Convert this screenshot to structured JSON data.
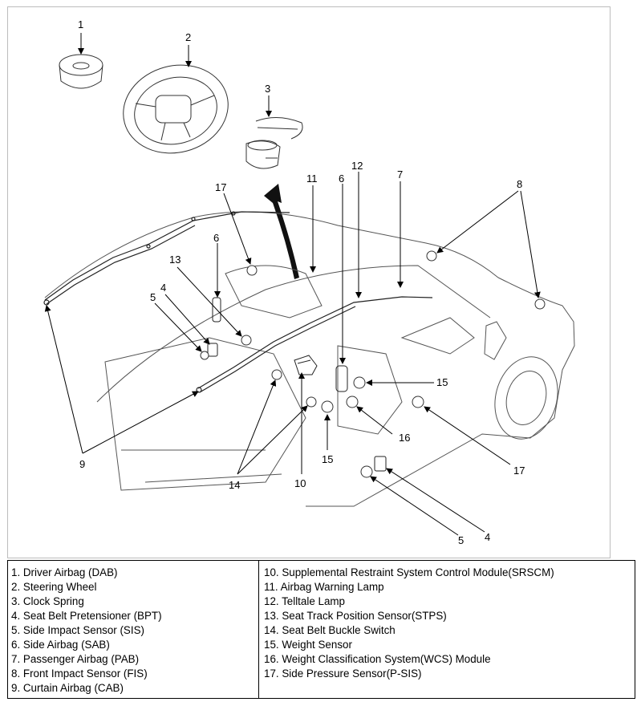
{
  "callouts": {
    "c1": "1",
    "c2": "2",
    "c3": "3",
    "c4a": "4",
    "c4b": "4",
    "c5a": "5",
    "c5b": "5",
    "c6a": "6",
    "c6b": "6",
    "c7": "7",
    "c8": "8",
    "c9": "9",
    "c10": "10",
    "c11": "11",
    "c12": "12",
    "c13": "13",
    "c14": "14",
    "c15a": "15",
    "c15b": "15",
    "c16": "16",
    "c17a": "17",
    "c17b": "17"
  },
  "legend": {
    "left": [
      "1. Driver Airbag (DAB)",
      "2. Steering Wheel",
      "3. Clock Spring",
      "4. Seat Belt Pretensioner (BPT)",
      "5. Side Impact Sensor (SIS)",
      "6. Side Airbag (SAB)",
      "7. Passenger Airbag (PAB)",
      "8. Front Impact Sensor (FIS)",
      "9. Curtain Airbag (CAB)"
    ],
    "right": [
      "10. Supplemental Restraint System Control Module(SRSCM)",
      "11. Airbag Warning Lamp",
      "12. Telltale Lamp",
      "13. Seat Track Position Sensor(STPS)",
      "14. Seat Belt Buckle Switch",
      "15. Weight Sensor",
      "16. Weight Classification System(WCS) Module",
      "17. Side Pressure Sensor(P-SIS)"
    ]
  }
}
